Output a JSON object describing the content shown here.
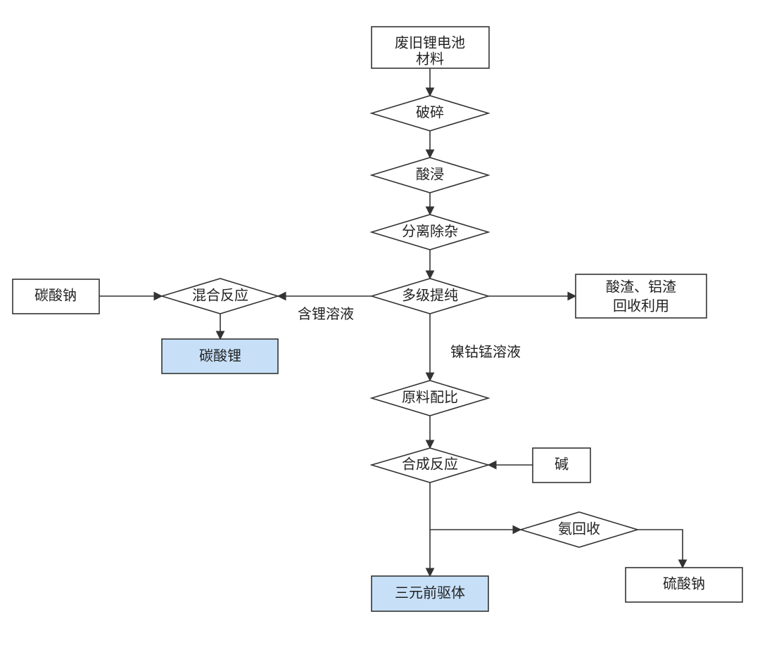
{
  "colors": {
    "stroke": "#333333",
    "highlight_fill": "#c7e0f8",
    "text": "#222222"
  },
  "nodes": {
    "waste_battery": [
      "废旧锂电池",
      "材料"
    ],
    "crushing": "破碎",
    "acid_leach": "酸浸",
    "separation": "分离除杂",
    "purification": "多级提纯",
    "sodium_carbonate_in": "碳酸钠",
    "mix_reaction": "混合反应",
    "lithium_carbonate": "碳酸锂",
    "acid_residue": [
      "酸渣、铝渣",
      "回收利用"
    ],
    "ratio": "原料配比",
    "synthesis": "合成反应",
    "alkali": "碱",
    "ammonia_recovery": "氨回收",
    "sodium_sulfate": "硫酸钠",
    "precursor": "三元前驱体"
  },
  "edge_labels": {
    "lithium_solution": "含锂溶液",
    "ncm_solution": "镍钴锰溶液"
  }
}
